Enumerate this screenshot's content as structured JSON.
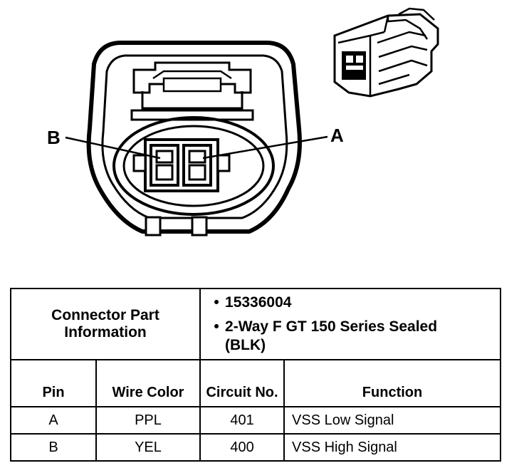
{
  "diagram": {
    "pin_labels": {
      "b": "B",
      "a": "A"
    },
    "icon": "connector-harness-icon"
  },
  "table": {
    "part_info_label": "Connector Part Information",
    "part_info": [
      "15336004",
      "2-Way F GT 150 Series Sealed (BLK)"
    ],
    "columns": [
      "Pin",
      "Wire Color",
      "Circuit No.",
      "Function"
    ],
    "rows": [
      {
        "pin": "A",
        "wire_color": "PPL",
        "circuit": "401",
        "function": "VSS Low Signal"
      },
      {
        "pin": "B",
        "wire_color": "YEL",
        "circuit": "400",
        "function": "VSS High Signal"
      }
    ]
  }
}
